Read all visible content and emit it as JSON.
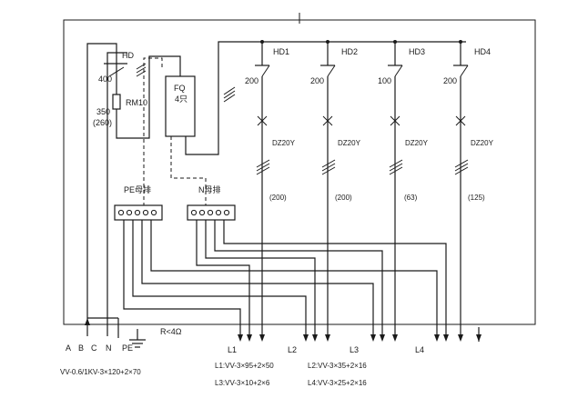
{
  "main_switch": {
    "label": "HD",
    "rating": "400"
  },
  "fuse": {
    "label": "RM10",
    "rating": "350",
    "sub_rating": "(260)"
  },
  "meter": {
    "label": "FQ",
    "sub": "4只"
  },
  "branches": [
    {
      "name": "HD1",
      "rating": "200",
      "breaker": "DZ20Y",
      "current": "(200)"
    },
    {
      "name": "HD2",
      "rating": "200",
      "breaker": "DZ20Y",
      "current": "(200)"
    },
    {
      "name": "HD3",
      "rating": "100",
      "breaker": "DZ20Y",
      "current": "(63)"
    },
    {
      "name": "HD4",
      "rating": "200",
      "breaker": "DZ20Y",
      "current": "(125)"
    }
  ],
  "pe_bar": {
    "label": "PE母排"
  },
  "n_bar": {
    "label": "N母排"
  },
  "ground": {
    "label": "R<4Ω"
  },
  "inputs": [
    "A",
    "B",
    "C",
    "N",
    "PE"
  ],
  "outputs": [
    "L1",
    "L2",
    "L3",
    "L4"
  ],
  "cables": {
    "feeder": "VV-0.6/1KV-3×120+2×70",
    "l1": "L1:VV-3×95+2×50",
    "l2": "L2:VV-3×35+2×16",
    "l3": "L3:VV-3×10+2×6",
    "l4": "L4:VV-3×25+2×16"
  }
}
